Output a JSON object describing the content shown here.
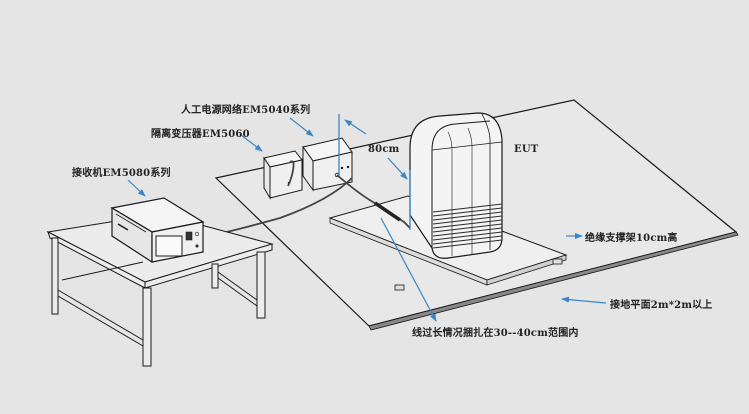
{
  "diagram": {
    "title": "EMC conducted emission test setup",
    "colors": {
      "background": "#e5e5e5",
      "line": "#1a1a1a",
      "annotation_arrow": "#3a86c8",
      "fill": "#f0f0f0"
    },
    "labels": {
      "lisn": "人工电源网络EM5040系列",
      "isolation_transformer": "隔离变压器EM5060",
      "receiver": "接收机EM5080系列",
      "distance": "80cm",
      "eut": "EUT",
      "insulating_support": "绝缘支撑架10cm高",
      "ground_plane": "接地平面2m*2m以上",
      "cable_bundle": "线过长情况捆扎在30--40cm范围内"
    },
    "components": [
      {
        "id": "receiver",
        "name": "Receiver EM5080 series",
        "location": "test table"
      },
      {
        "id": "isolation_transformer",
        "name": "Isolation transformer EM5060",
        "location": "ground plane"
      },
      {
        "id": "lisn",
        "name": "LISN EM5040 series",
        "location": "ground plane"
      },
      {
        "id": "eut",
        "name": "EUT",
        "location": "insulating support"
      },
      {
        "id": "support",
        "name": "Insulating support 10cm high"
      },
      {
        "id": "ground_plane",
        "name": "Ground plane ≥2m×2m"
      },
      {
        "id": "table",
        "name": "Test table"
      }
    ]
  }
}
